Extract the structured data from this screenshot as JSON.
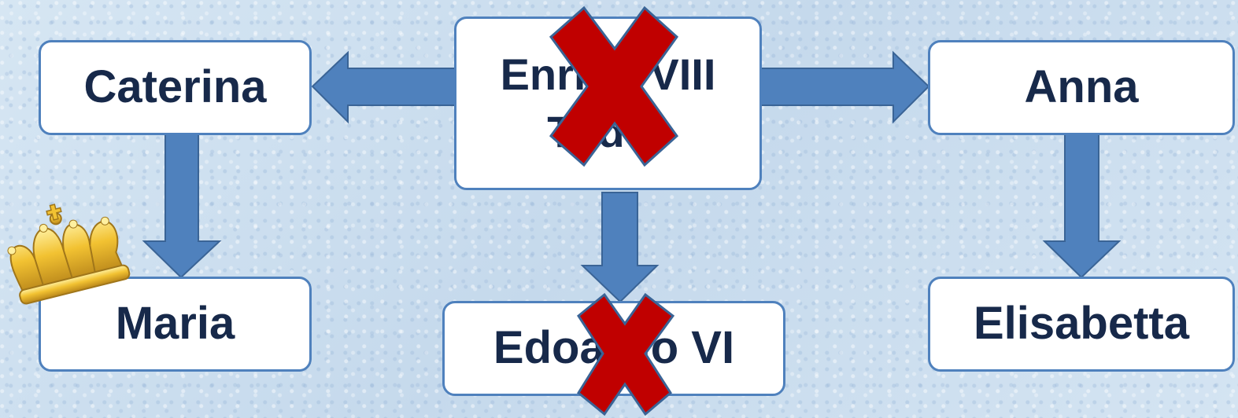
{
  "nodes": {
    "enrico_line1": "Enrico VIII",
    "enrico_line2": "Tudor",
    "caterina": "Caterina",
    "anna": "Anna",
    "maria": "Maria",
    "edoardo": "Edoardo VI",
    "elisabetta": "Elisabetta"
  },
  "connectors": [
    {
      "from": "Enrico VIII Tudor",
      "to": "Caterina"
    },
    {
      "from": "Enrico VIII Tudor",
      "to": "Anna"
    },
    {
      "from": "Enrico VIII Tudor",
      "to": "Edoardo VI"
    },
    {
      "from": "Caterina",
      "to": "Maria"
    },
    {
      "from": "Anna",
      "to": "Elisabetta"
    }
  ],
  "marks": {
    "crossed_out": [
      "Enrico VIII Tudor",
      "Edoardo VI"
    ],
    "crowned": [
      "Maria"
    ],
    "cross_icon": "red-x-icon",
    "crown_icon": "crown-icon"
  },
  "colors": {
    "arrow_fill": "#4f81bd",
    "arrow_stroke": "#3a6496",
    "node_border": "#4f81bd",
    "node_text": "#17294a",
    "cross_fill": "#c00000",
    "crown_gold": "#f2c232"
  }
}
